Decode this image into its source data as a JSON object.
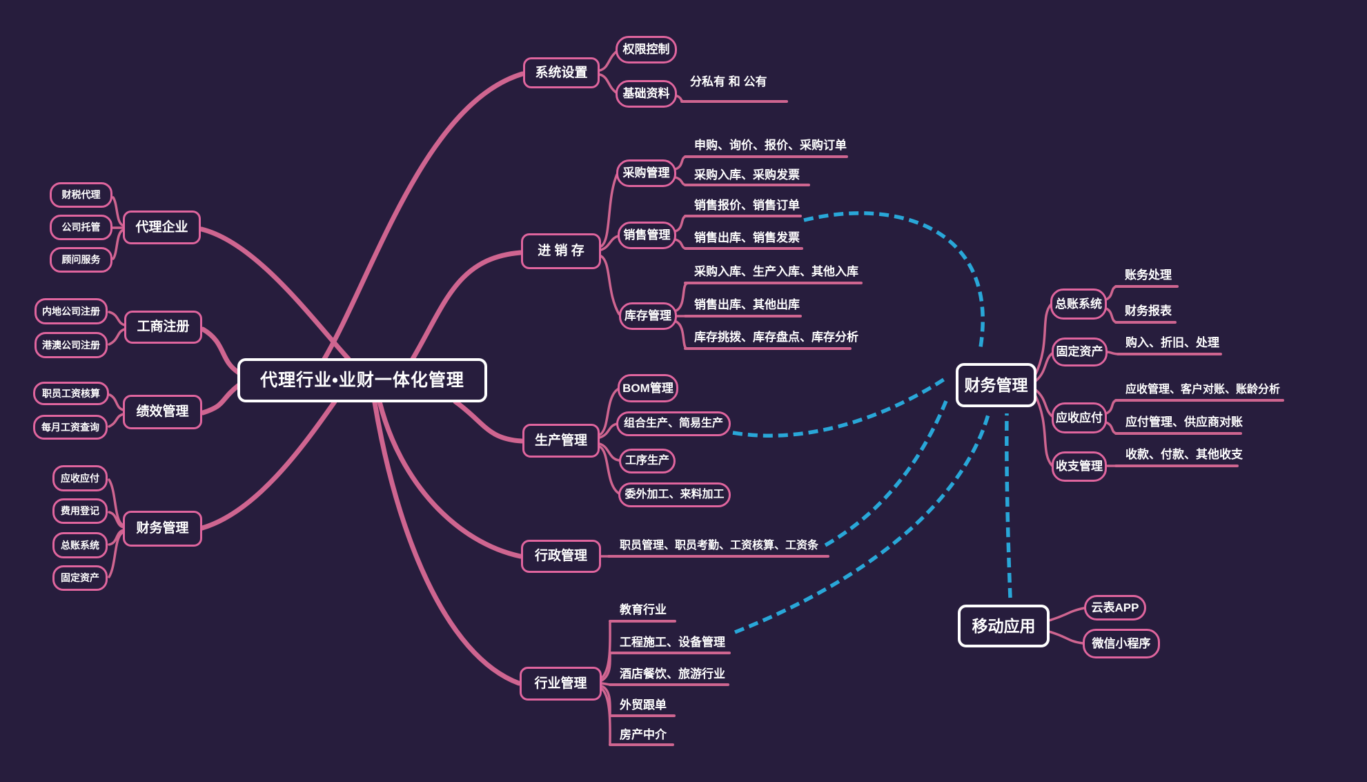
{
  "title": "代理行业•业财一体化管理",
  "colors": {
    "background": "#271d3d",
    "branch_line": "#cf6590",
    "node_border": "#e0659e",
    "white_border": "#ffffff",
    "arrow_blue": "#29a7d8",
    "text": "#ffffff"
  },
  "left": [
    {
      "label": "代理企业",
      "children": [
        "财税代理",
        "公司托管",
        "顾问服务"
      ]
    },
    {
      "label": "工商注册",
      "children": [
        "内地公司注册",
        "港澳公司注册"
      ]
    },
    {
      "label": "绩效管理",
      "children": [
        "职员工资核算",
        "每月工资查询"
      ]
    },
    {
      "label": "财务管理",
      "children": [
        "应收应付",
        "费用登记",
        "总账系统",
        "固定资产"
      ]
    }
  ],
  "right": [
    {
      "label": "系统设置",
      "children": [
        "权限控制",
        "基础资料"
      ],
      "note": "分私有 和 公有"
    },
    {
      "label": "进 销 存",
      "children": [
        {
          "label": "采购管理",
          "lines": [
            "申购、询价、报价、采购订单",
            "采购入库、采购发票"
          ]
        },
        {
          "label": "销售管理",
          "lines": [
            "销售报价、销售订单",
            "销售出库、销售发票"
          ]
        },
        {
          "label": "库存管理",
          "lines": [
            "采购入库、生产入库、其他入库",
            "销售出库、其他出库",
            "库存挑拨、库存盘点、库存分析"
          ]
        }
      ]
    },
    {
      "label": "生产管理",
      "children": [
        "BOM管理",
        "组合生产、简易生产",
        "工序生产",
        "委外加工、来料加工"
      ]
    },
    {
      "label": "行政管理",
      "lines": [
        "职员管理、职员考勤、工资核算、工资条"
      ]
    },
    {
      "label": "行业管理",
      "lines": [
        "教育行业",
        "工程施工、设备管理",
        "酒店餐饮、旅游行业",
        "外贸跟单",
        "房产中介"
      ]
    }
  ],
  "finance": {
    "label": "财务管理",
    "children": [
      {
        "label": "总账系统",
        "lines": [
          "账务处理",
          "财务报表"
        ]
      },
      {
        "label": "固定资产",
        "lines": [
          "购入、折旧、处理"
        ]
      },
      {
        "label": "应收应付",
        "lines": [
          "应收管理、客户对账、账龄分析",
          "应付管理、供应商对账"
        ]
      },
      {
        "label": "收支管理",
        "lines": [
          "收款、付款、其他收支"
        ]
      }
    ]
  },
  "mobile": {
    "label": "移动应用",
    "children": [
      "云表APP",
      "微信小程序"
    ]
  }
}
